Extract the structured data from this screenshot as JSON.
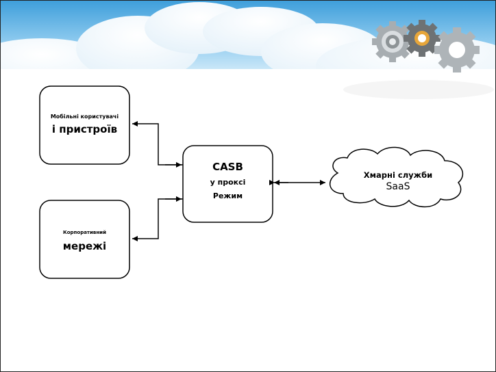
{
  "nodes": {
    "mobile": {
      "line1": "Мобільні користувачі",
      "line2": "і пристроїв"
    },
    "corporate": {
      "line1": "Корпоративний",
      "line2": "мережі"
    },
    "casb": {
      "line1": "CASB",
      "line2": "у проксі",
      "line3": "Режим"
    },
    "cloud": {
      "line1": "Хмарні служби",
      "line2": "SaaS"
    }
  },
  "icons": [
    "gear-icon",
    "gear-icon",
    "gear-icon"
  ],
  "colors": {
    "sky_top": "#4aa8e0",
    "sky_mid": "#bfe2f6",
    "cloud_white": "#ffffff",
    "gear_gray": "#9aa3a8",
    "gear_dark": "#6b6f72",
    "gear_orange": "#e7a63a",
    "stroke": "#000000"
  }
}
